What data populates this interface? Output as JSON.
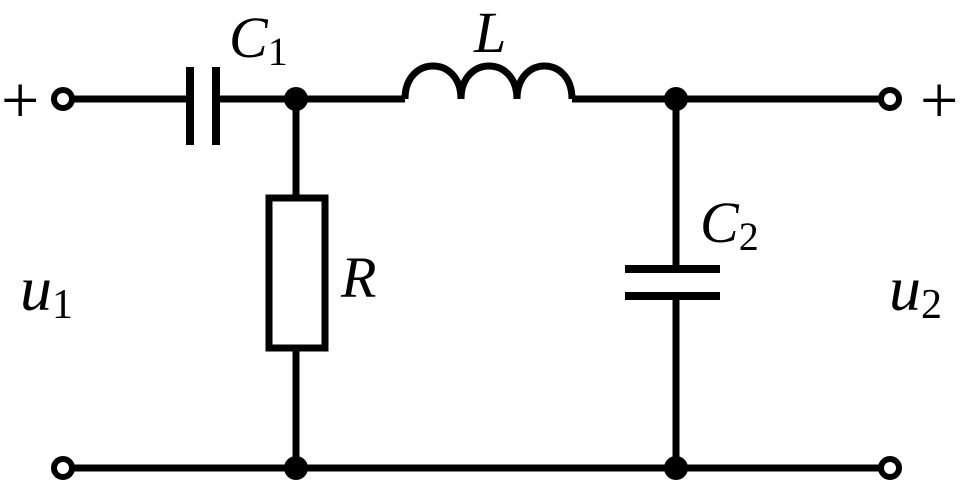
{
  "labels": {
    "C1": {
      "main": "C",
      "sub": "1"
    },
    "L": {
      "main": "L"
    },
    "R": {
      "main": "R"
    },
    "C2": {
      "main": "C",
      "sub": "2"
    },
    "u1": {
      "main": "u",
      "sub": "1"
    },
    "u2": {
      "main": "u",
      "sub": "2"
    }
  },
  "terminals": {
    "input_plus": "+",
    "output_plus": "+"
  }
}
